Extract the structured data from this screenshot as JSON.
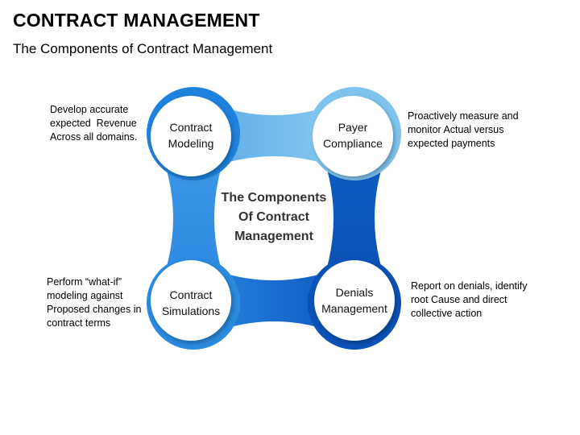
{
  "header": {
    "title": "CONTRACT MANAGEMENT",
    "subtitle": "The Components of Contract Management"
  },
  "center": {
    "lines": [
      "The Components",
      "Of Contract",
      "Management"
    ]
  },
  "nodes": [
    {
      "id": "contract-modeling",
      "lines": [
        "Contract",
        "Modeling"
      ]
    },
    {
      "id": "payer-compliance",
      "lines": [
        "Payer",
        "Compliance"
      ]
    },
    {
      "id": "contract-simulations",
      "lines": [
        "Contract",
        "Simulations"
      ]
    },
    {
      "id": "denials-management",
      "lines": [
        "Denials",
        "Management"
      ]
    }
  ],
  "descriptions": [
    {
      "id": "contract-modeling",
      "lines": [
        "Develop accurate",
        "expected  Revenue",
        "Across all domains."
      ]
    },
    {
      "id": "payer-compliance",
      "lines": [
        "Proactively measure and",
        "monitor Actual versus",
        "expected payments"
      ]
    },
    {
      "id": "contract-simulations",
      "lines": [
        "Perform “what-if”",
        "modeling against",
        "Proposed changes in",
        "contract terms"
      ]
    },
    {
      "id": "denials-management",
      "lines": [
        "Report on denials, identify",
        "root Cause and direct",
        "collective action"
      ]
    }
  ],
  "colors": {
    "ring_light": "#7fc4ee",
    "ring_mid": "#2b8be0",
    "ring_dark": "#0a52b8",
    "background": "#ffffff"
  }
}
